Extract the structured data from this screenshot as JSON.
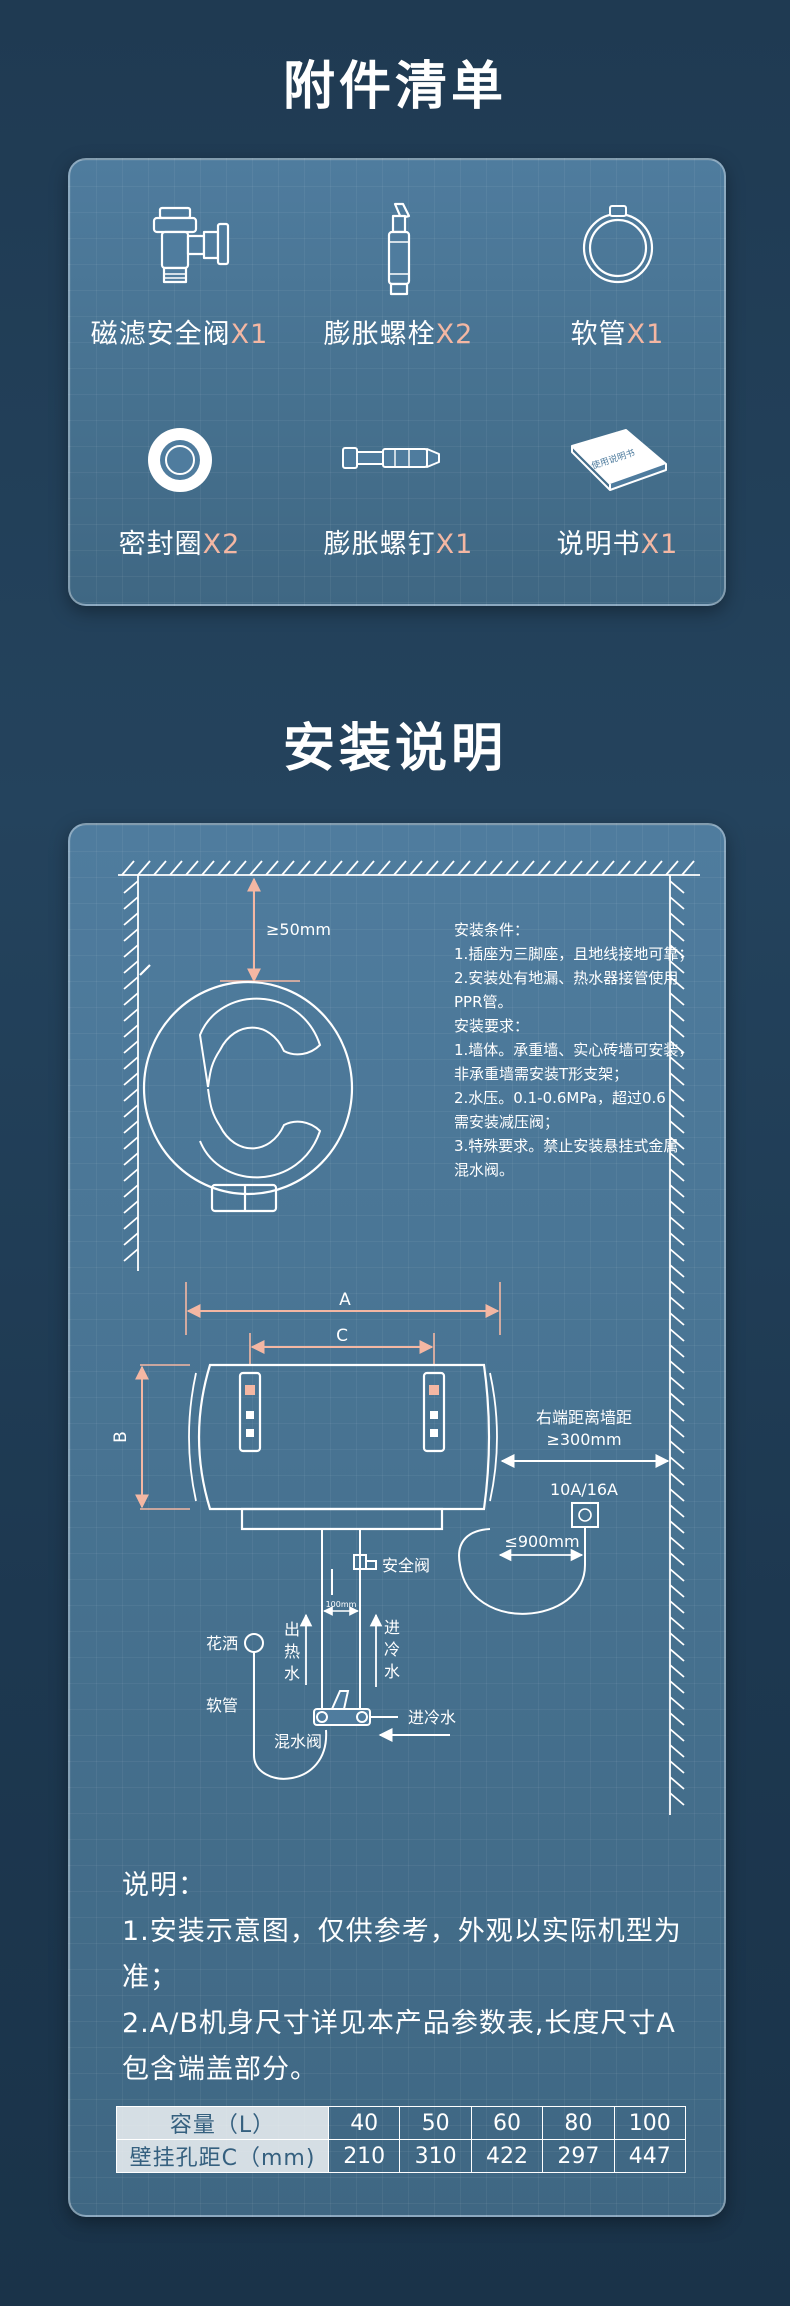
{
  "accessories": {
    "title": "附件清单",
    "items": [
      {
        "name": "磁滤安全阀",
        "qty": "X1",
        "icon": "safety-valve-icon"
      },
      {
        "name": "膨胀螺栓",
        "qty": "X2",
        "icon": "expansion-bolt-hook-icon"
      },
      {
        "name": "软管",
        "qty": "X1",
        "icon": "hose-icon"
      },
      {
        "name": "密封圈",
        "qty": "X2",
        "icon": "seal-ring-icon"
      },
      {
        "name": "膨胀螺钉",
        "qty": "X1",
        "icon": "expansion-screw-icon"
      },
      {
        "name": "说明书",
        "qty": "X1",
        "icon": "manual-icon"
      }
    ],
    "manual_cover_text": "使用说明书"
  },
  "install": {
    "title": "安装说明",
    "diagram": {
      "top_clearance": "≥50mm",
      "dim_a": "A",
      "dim_b": "B",
      "dim_c": "C",
      "right_clearance_label": "右端距离墙距",
      "right_clearance_value": "≥300mm",
      "socket_rating": "10A/16A",
      "socket_distance": "≤900mm",
      "safety_valve": "安全阀",
      "pipe_gap": "100mm",
      "hot_out": [
        "出",
        "热",
        "水"
      ],
      "cold_in_vertical": [
        "进",
        "冷",
        "水"
      ],
      "shower": "花洒",
      "hose": "软管",
      "mixing_valve": "混水阀",
      "cold_in": "进冷水"
    },
    "conditions": [
      "安装条件：",
      "1.插座为三脚座，且地线接地可靠；",
      "2.安装处有地漏、热水器接管使用",
      "PPR管。",
      "安装要求：",
      "1.墙体。承重墙、实心砖墙可安装，",
      "非承重墙需安装T形支架；",
      "2.水压。0.1-0.6MPa，超过0.6",
      "需安装减压阀；",
      "3.特殊要求。禁止安装悬挂式金属",
      "混水阀。"
    ],
    "description": [
      "说明：",
      "1.安装示意图，仅供参考，外观以实际机型为准；",
      "2.A/B机身尺寸详见本产品参数表,长度尺寸A包含端盖部分。"
    ],
    "table": {
      "row1_label": "容量（L）",
      "row2_label": "壁挂孔距C（mm)",
      "capacities": [
        "40",
        "50",
        "60",
        "80",
        "100"
      ],
      "spacings": [
        "210",
        "310",
        "422",
        "297",
        "447"
      ]
    }
  },
  "colors": {
    "accent": "#f4b7a3",
    "card": "#4f7c9e",
    "background": "#1f3a52"
  }
}
